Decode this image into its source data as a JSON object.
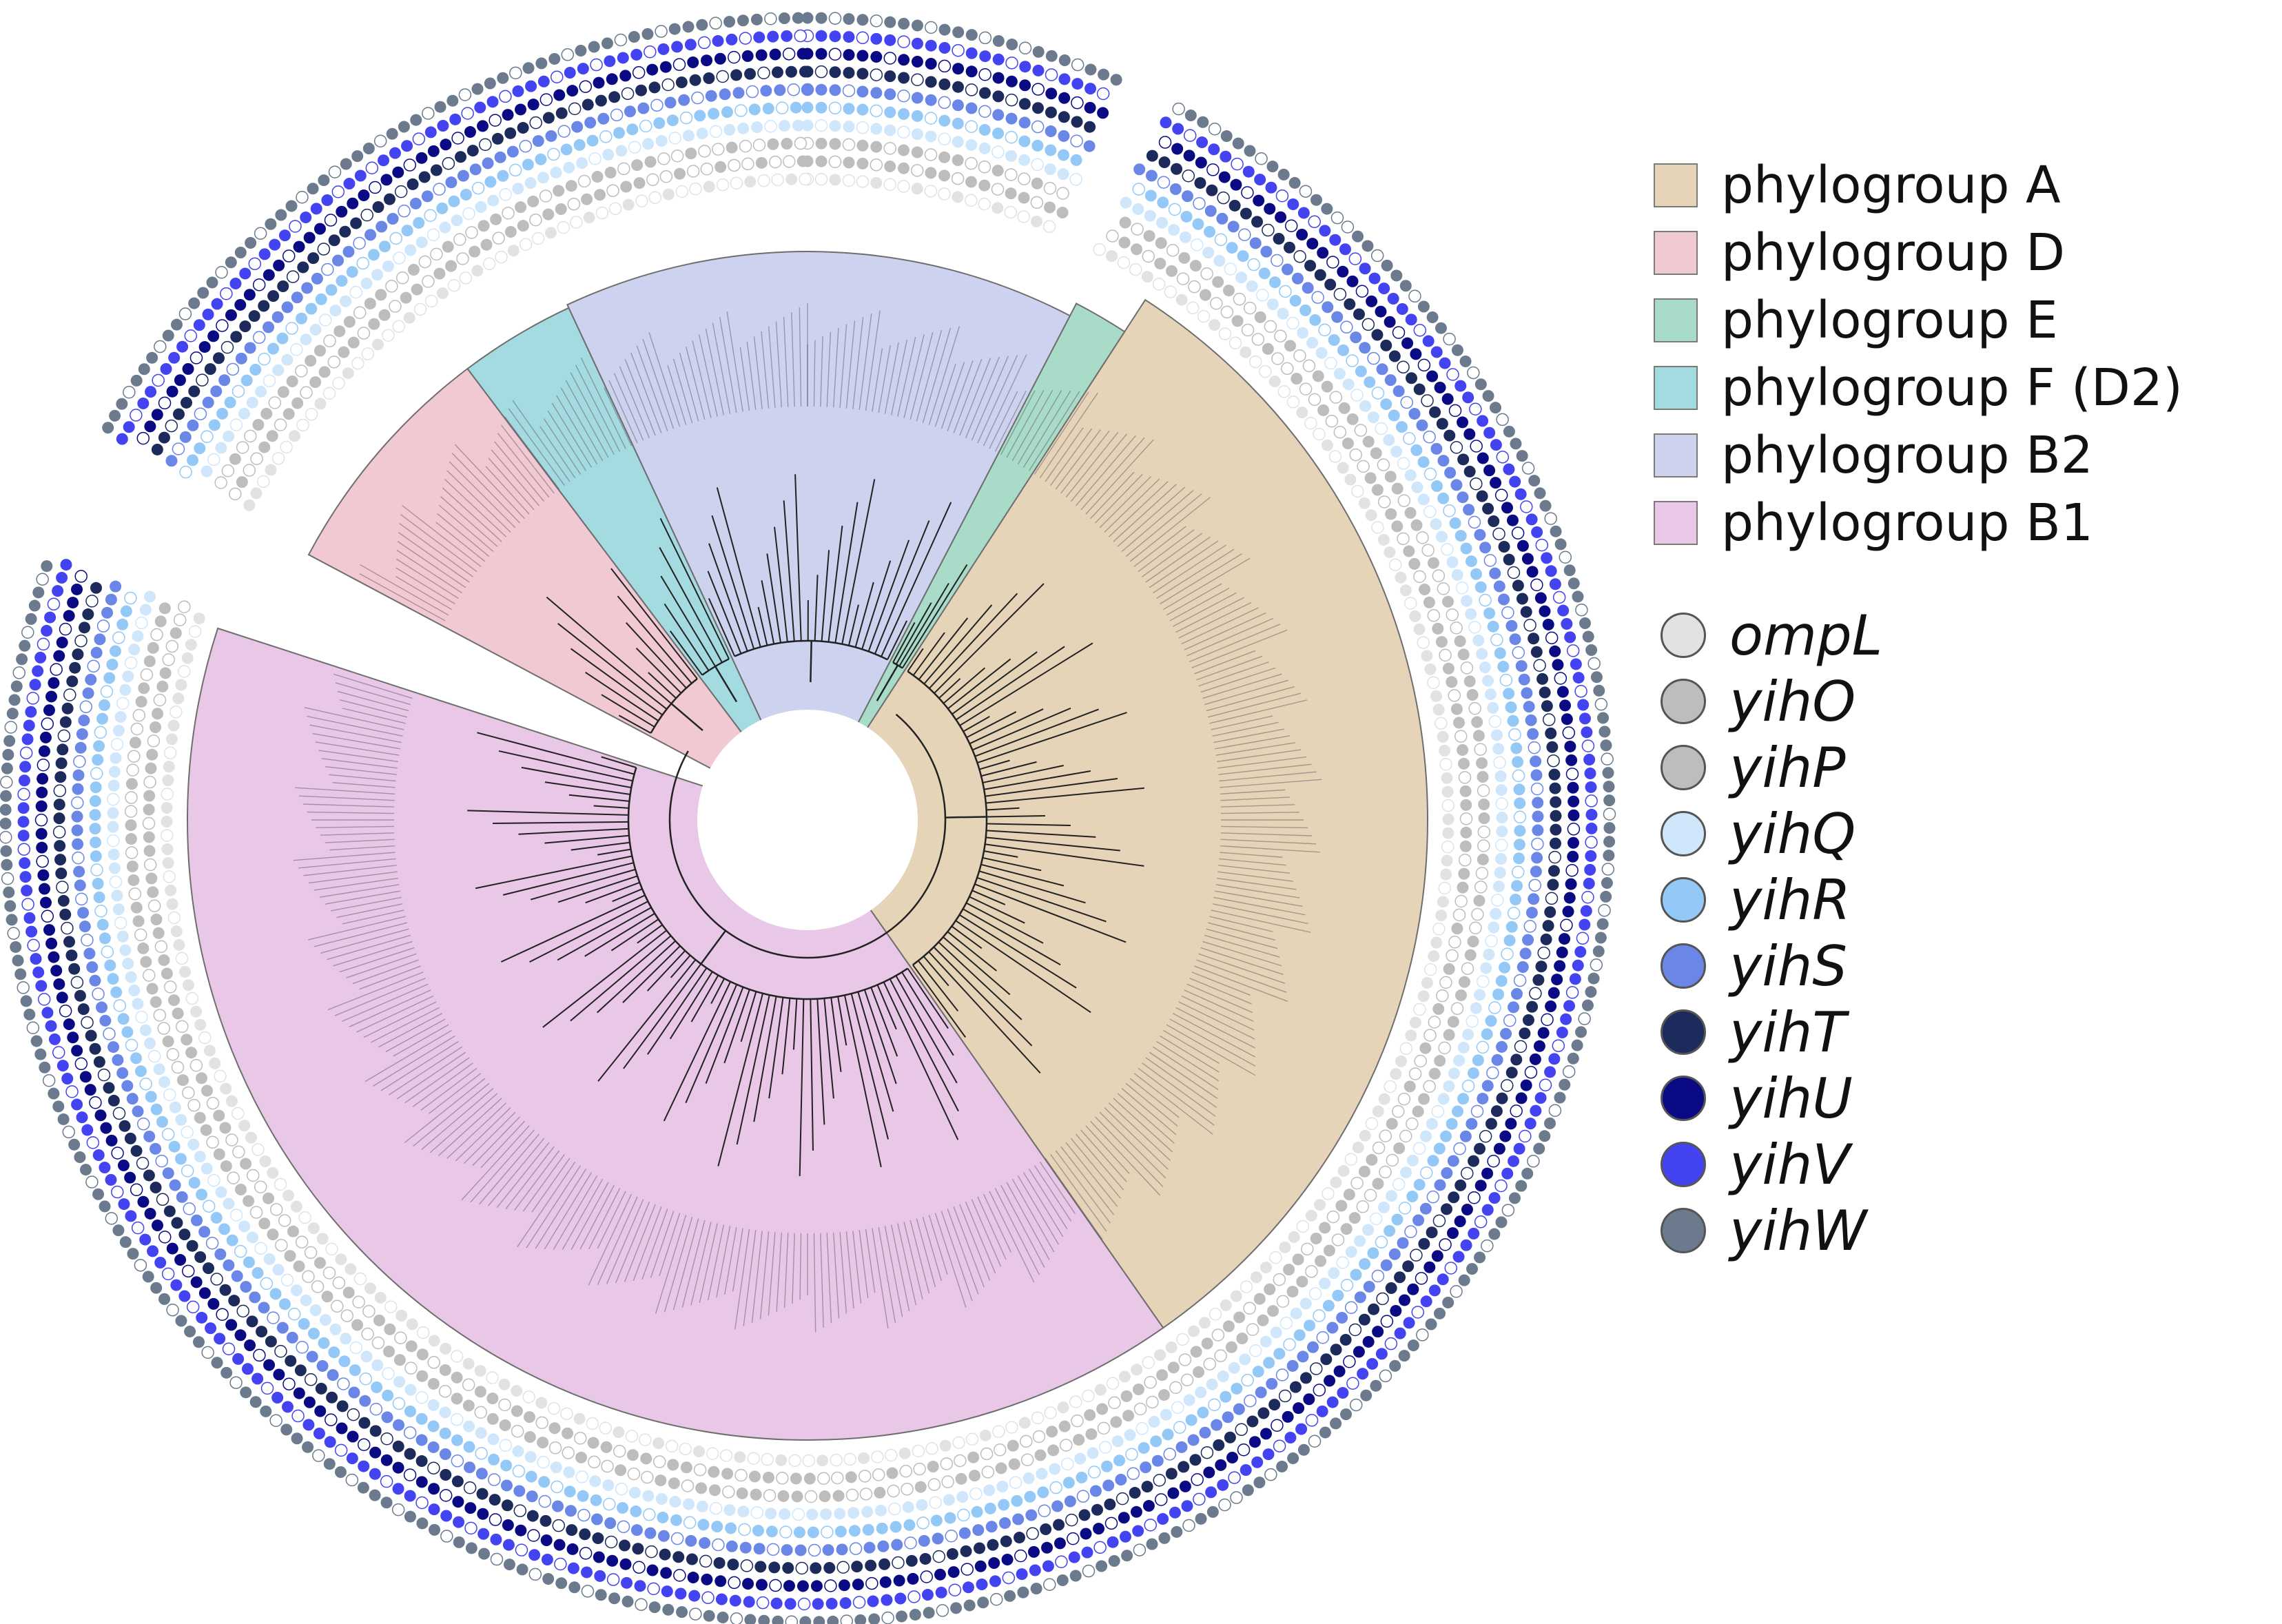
{
  "legend": {
    "phylogroups": [
      {
        "label": "phylogroup A",
        "color": "#e6d4b9"
      },
      {
        "label": "phylogroup D",
        "color": "#f0c9d2"
      },
      {
        "label": "phylogroup E",
        "color": "#a8dcc8"
      },
      {
        "label": "phylogroup F (D2)",
        "color": "#a3dbe0"
      },
      {
        "label": "phylogroup B2",
        "color": "#cdd2ee"
      },
      {
        "label": "phylogroup B1",
        "color": "#e8c8e6"
      }
    ],
    "genes": [
      {
        "label": "ompL",
        "color": "#e2e2e2"
      },
      {
        "label": "yihO",
        "color": "#bdbdbd"
      },
      {
        "label": "yihP",
        "color": "#bdbdbd"
      },
      {
        "label": "yihQ",
        "color": "#cfe6fb"
      },
      {
        "label": "yihR",
        "color": "#94c9f7"
      },
      {
        "label": "yihS",
        "color": "#6a86e6"
      },
      {
        "label": "yihT",
        "color": "#1c2a5c"
      },
      {
        "label": "yihU",
        "color": "#0b0a85"
      },
      {
        "label": "yihV",
        "color": "#4343f2"
      },
      {
        "label": "yihW",
        "color": "#6b7a8c"
      }
    ]
  }
}
